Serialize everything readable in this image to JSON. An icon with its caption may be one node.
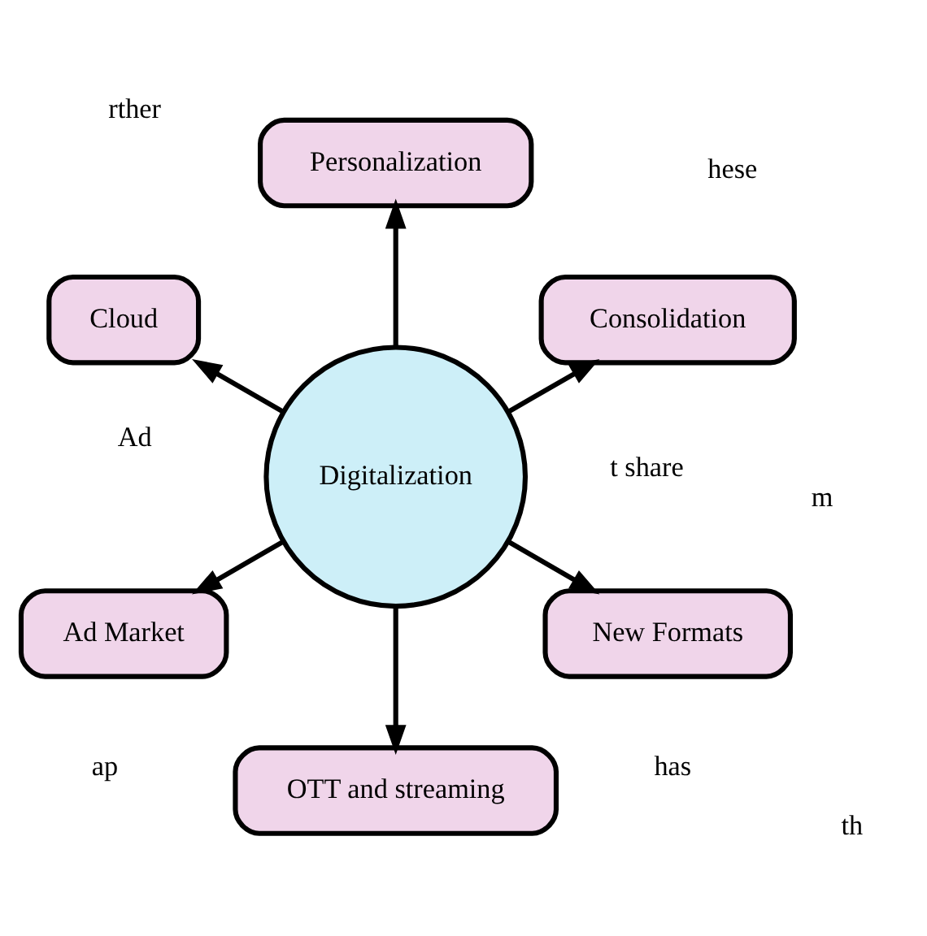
{
  "diagram": {
    "nodes": [
      {
        "text": [
          "Digitalization"
        ]
      },
      {
        "text": [
          "Consolidation"
        ]
      },
      {
        "text": [
          "Personalization"
        ]
      },
      {
        "text": [
          "Cloud"
        ]
      },
      {
        "text": [
          "Ad Market"
        ]
      },
      {
        "text": [
          "OTT and streaming"
        ]
      },
      {
        "text": [
          "New Formats"
        ]
      }
    ],
    "edges": [
      {
        "from": 0,
        "to": 1,
        "arrow": "to"
      },
      {
        "from": 0,
        "to": 2,
        "arrow": "to"
      },
      {
        "from": 0,
        "to": 3,
        "arrow": "to"
      },
      {
        "from": 0,
        "to": 4,
        "arrow": "to"
      },
      {
        "from": 0,
        "to": 5,
        "arrow": "to"
      },
      {
        "from": 0,
        "to": 6,
        "arrow": "to"
      }
    ],
    "labels": [
      "t share",
      "hese",
      "has",
      "rther",
      "Ad",
      "m",
      "ap",
      "th"
    ]
  }
}
